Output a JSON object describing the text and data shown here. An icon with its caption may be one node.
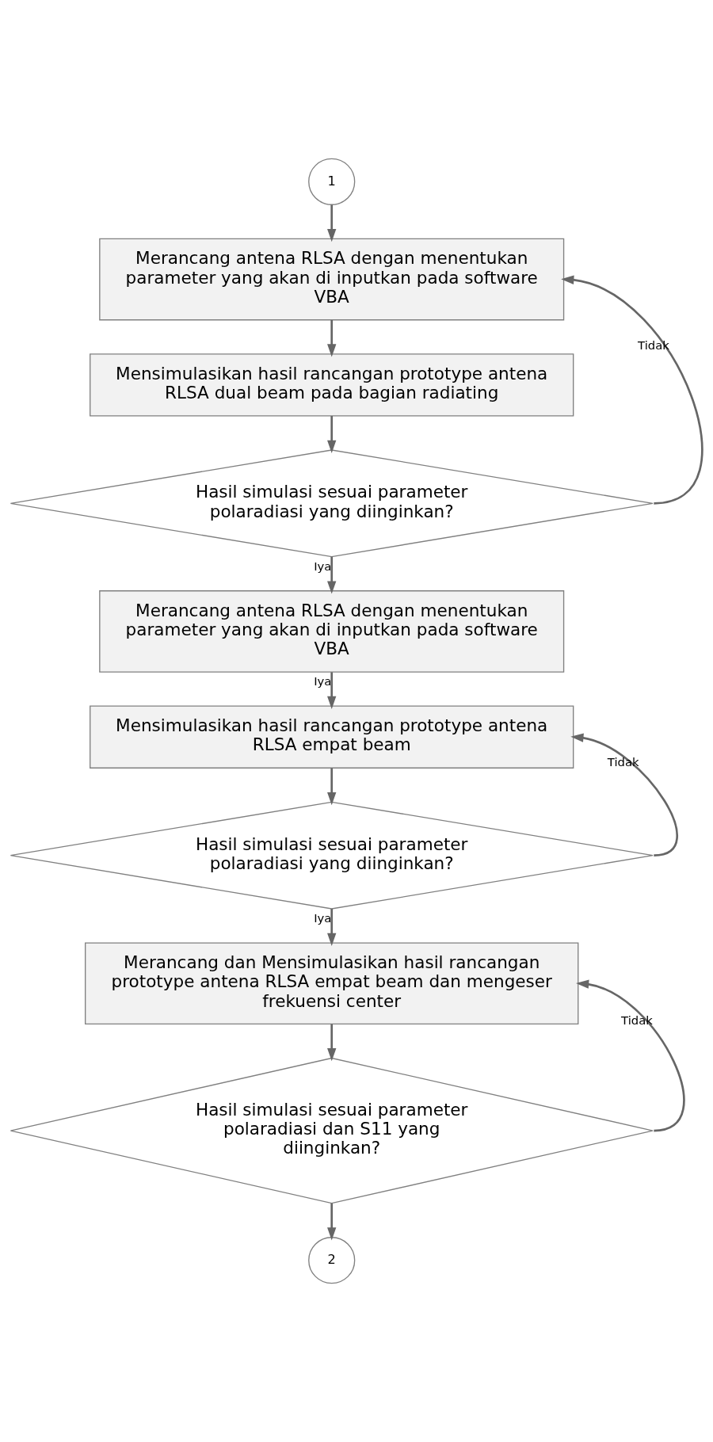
{
  "diagram": {
    "nodes": [
      {
        "text": [
          "1"
        ]
      },
      {
        "text": [
          "Merancang antena RLSA dengan menentukan parameter yang akan di inputkan pada software VBA"
        ]
      },
      {
        "text": [
          "Mensimulasikan hasil rancangan prototype antena RLSA dual beam pada bagian radiating"
        ]
      },
      {
        "text": [
          "Hasil simulasi sesuai parameter polaradiasi yang diinginkan?"
        ]
      },
      {
        "text": [
          "Merancang antena RLSA dengan menentukan parameter yang akan di inputkan pada software VBA"
        ]
      },
      {
        "text": [
          "Mensimulasikan hasil rancangan prototype antena RLSA empat beam"
        ]
      },
      {
        "text": [
          "Hasil simulasi sesuai parameter polaradiasi yang diinginkan?"
        ]
      },
      {
        "text": [
          "Merancang dan Mensimulasikan hasil rancangan prototype antena RLSA empat beam dan mengeser frekuensi center"
        ]
      },
      {
        "text": [
          "Hasil simulasi sesuai parameter polaradiasi dan S11 yang diinginkan?"
        ]
      },
      {
        "text": [
          "2"
        ]
      }
    ],
    "edges": [
      {
        "from": 0,
        "to": 1,
        "arrow": "to"
      },
      {
        "from": 1,
        "to": 2,
        "arrow": "to"
      },
      {
        "from": 2,
        "to": 3,
        "arrow": "to"
      },
      {
        "from": 3,
        "to": 1,
        "arrow": "to",
        "label": "Tidak"
      },
      {
        "from": 3,
        "to": 4,
        "arrow": "to",
        "label": "Iya"
      },
      {
        "from": 4,
        "to": 5,
        "arrow": "to",
        "label": "Iya"
      },
      {
        "from": 5,
        "to": 6,
        "arrow": "to"
      },
      {
        "from": 6,
        "to": 5,
        "arrow": "to",
        "label": "Tidak"
      },
      {
        "from": 6,
        "to": 7,
        "arrow": "to",
        "label": "Iya"
      },
      {
        "from": 7,
        "to": 8,
        "arrow": "to"
      },
      {
        "from": 8,
        "to": 7,
        "arrow": "to",
        "label": "Tidak"
      },
      {
        "from": 8,
        "to": 9,
        "arrow": "to"
      }
    ]
  }
}
